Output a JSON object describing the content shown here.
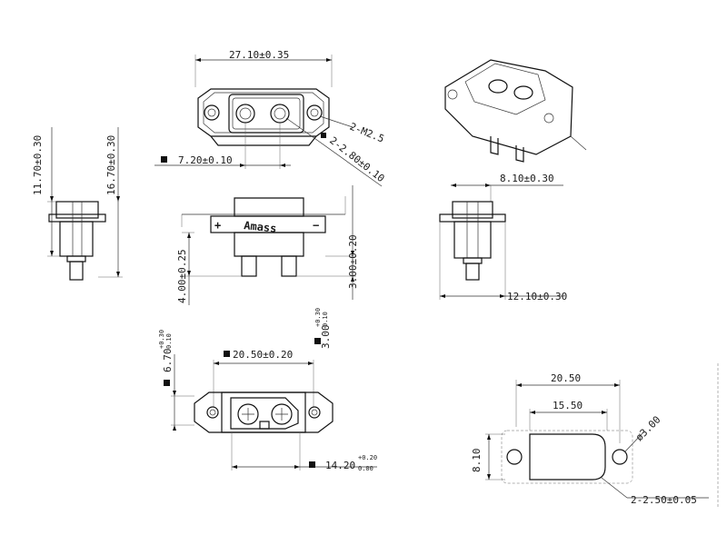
{
  "brand": "Amass",
  "polarity": {
    "plus": "+",
    "minus": "−"
  },
  "dimensions": {
    "top_width": "27.10±0.35",
    "screw": "2-M2.5",
    "pin_dia": "2-2.80±0.10",
    "pin_pitch": "7.20±0.10",
    "height_1": "11.70±0.30",
    "height_2": "16.70±0.30",
    "side_top": "8.10±0.30",
    "side_bottom": "12.10±0.30",
    "front_pin_a": "4.00±0.25",
    "front_pin_b": "3.00±0.20",
    "flange_height": "6.70",
    "flange_height_tol_up": "+0.30",
    "flange_height_tol_dn": "0.10",
    "flange_thick": "3.00",
    "flange_thick_tol_up": "+0.30",
    "flange_thick_tol_dn": "0.10",
    "hole_pitch": "20.50±0.20",
    "body_width": "14.20",
    "body_width_tol_up": "+0.20",
    "body_width_tol_dn": "0.00",
    "cutout_outer": "20.50",
    "cutout_inner": "15.50",
    "cutout_hole": "ø3.00",
    "cutout_height": "8.10",
    "cutout_radius": "2-2.50±0.05"
  }
}
